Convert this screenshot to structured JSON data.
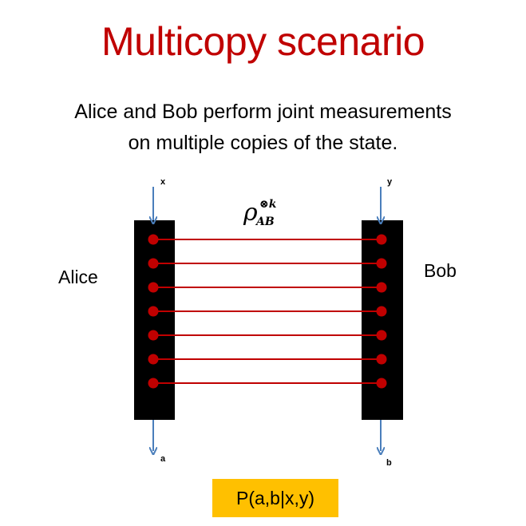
{
  "title": "Multicopy scenario",
  "subtitle_line1": "Alice and Bob perform joint measurements",
  "subtitle_line2": "on multiple copies of the state.",
  "state": {
    "symbol": "ρ",
    "superscript": "⊗k",
    "subscript": "AB"
  },
  "inputs": {
    "alice": "x",
    "bob": "y"
  },
  "outputs": {
    "alice": "a",
    "bob": "b"
  },
  "parties": {
    "alice": "Alice",
    "bob": "Bob"
  },
  "probability": "P(a,b|x,y)",
  "copies_count": 7,
  "colors": {
    "title": "#c00000",
    "line": "#c00000",
    "dot": "#c00000",
    "device": "#000000",
    "arrow": "#4a7ebb",
    "box": "#ffc000"
  }
}
